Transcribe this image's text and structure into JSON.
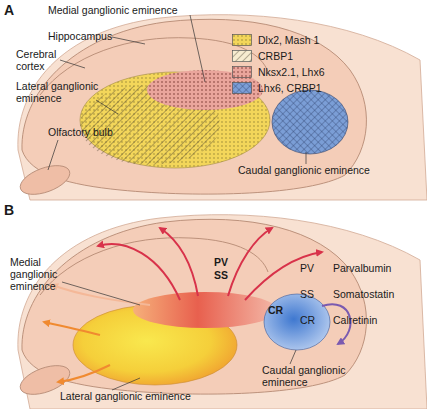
{
  "diagram": {
    "labels": [
      "A",
      "Medial ganglionic eminence",
      "Hippocampus",
      "Cerebral cortex",
      "Lateral ganglionic eminence",
      "Olfactory bulb",
      "Caudal ganglionic eminence",
      "B",
      "Medial ganglionic eminence",
      "PV",
      "SS",
      "CR",
      "PV",
      "Parvalbumin",
      "SS",
      "Somatostatin",
      "CR",
      "Calretinin",
      "Lateral ganglionic eminence",
      "Caudal ganglionic eminence"
    ],
    "legend": [
      {
        "text": "Dlx2, Mash 1"
      },
      {
        "text": "CRBP1"
      },
      {
        "text": "Nksx2.1, Lhx6"
      },
      {
        "text": "Lhx6, CRBP1"
      }
    ]
  }
}
